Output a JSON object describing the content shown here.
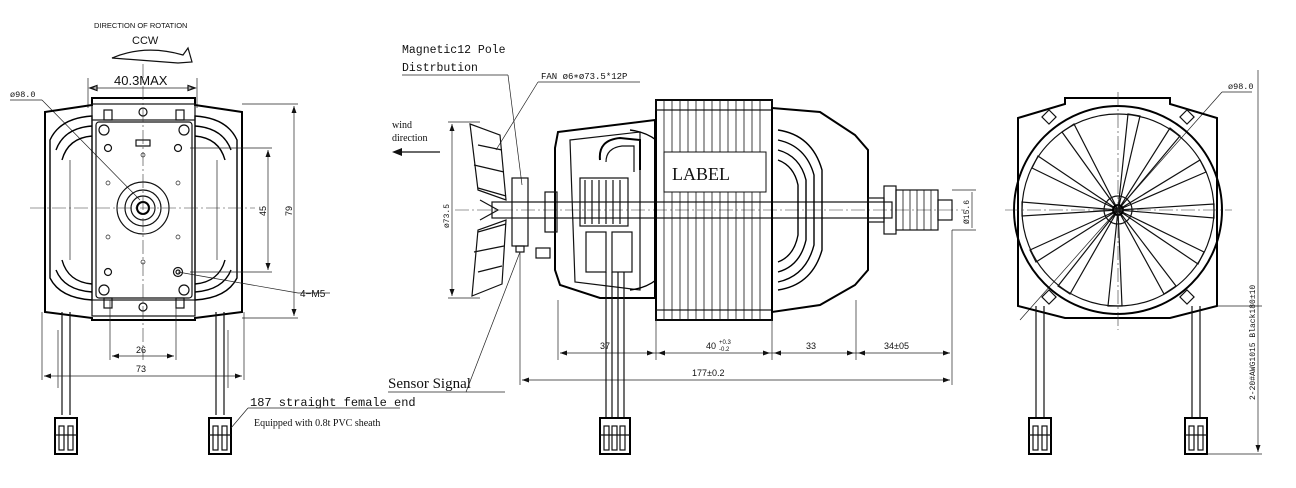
{
  "front_view": {
    "rotation_heading": "DIRECTION OF ROTATION",
    "rotation": "CCW",
    "width_max": "40.3MAX",
    "diameter": "ø98.0",
    "dim_45": "45",
    "dim_79": "79",
    "mount_holes": "4−M5",
    "dim_26": "26",
    "dim_73": "73"
  },
  "side_view": {
    "magnetic_line1": "Magnetic12 Pole",
    "magnetic_line2": "Distrbution",
    "fan_spec": "FAN ø6∗ø73.5*12P",
    "wind_line1": "wind",
    "wind_line2": "direction",
    "fan_dia": "ø73.5",
    "label": "LABEL",
    "shaft_dia": "Ø15.6",
    "dim_37": "37",
    "dim_40": "40",
    "dim_40_tol_upper": "+0.3",
    "dim_40_tol_lower": "-0.2",
    "dim_33": "33",
    "dim_34": "34±05",
    "dim_177": "177±0.2",
    "sensor": "Sensor Signal",
    "terminal": "187 straight female end",
    "sheath": "Equipped with 0.8t PVC sheath"
  },
  "rear_view": {
    "diameter": "ø98.0",
    "wire_spec": "2-20#AWG1015 Black180±10"
  }
}
